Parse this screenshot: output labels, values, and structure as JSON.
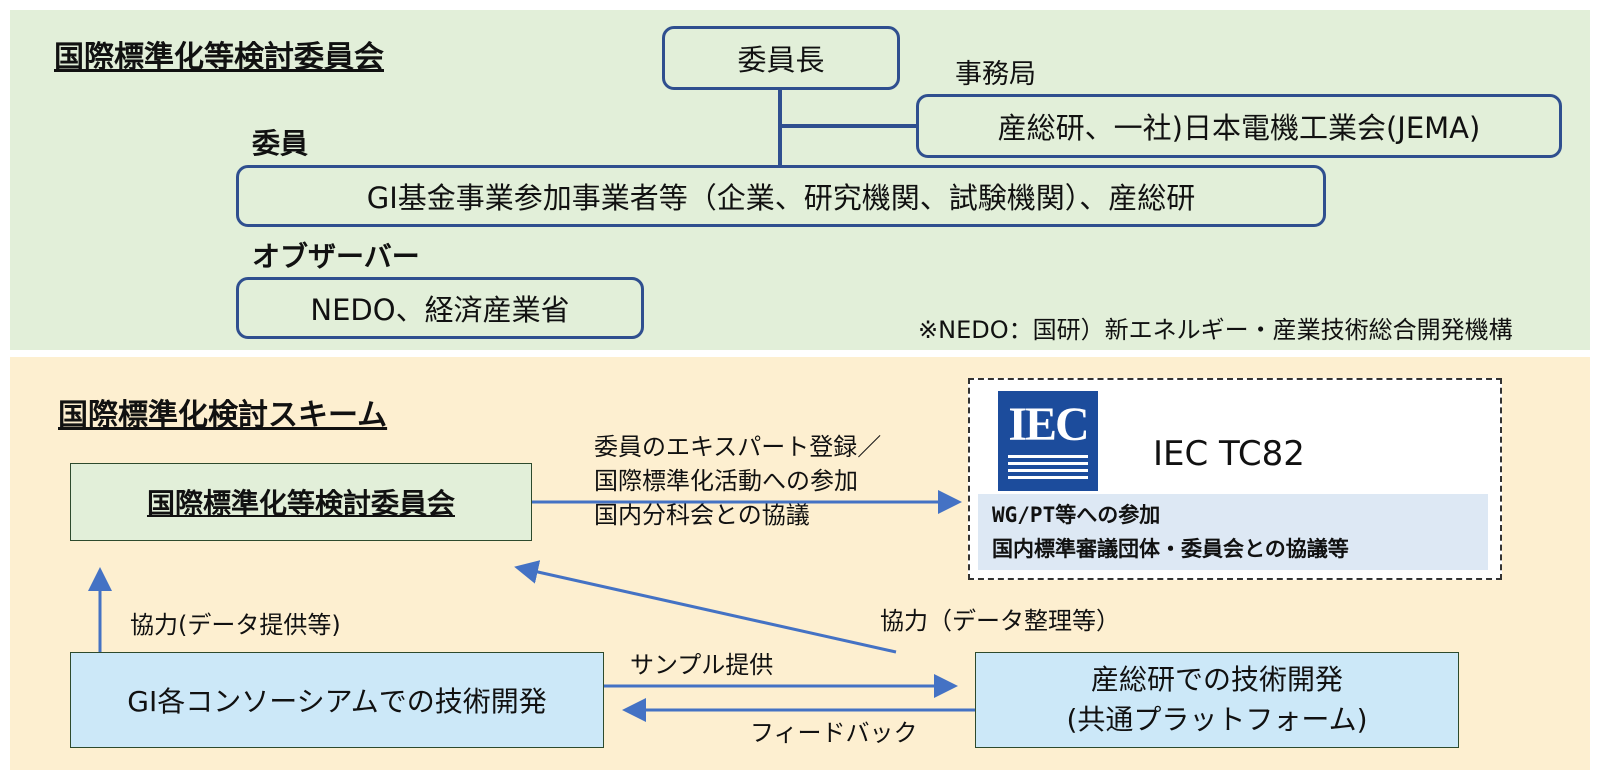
{
  "committee": {
    "title": "国際標準化等検討委員会",
    "chair_label": "委員長",
    "secretariat_label": "事務局",
    "secretariat_members": "産総研、一社)日本電機工業会(JEMA)",
    "members_label": "委員",
    "members": "GI基金事業参加事業者等（企業、研究機関、試験機関）、産総研",
    "observers_label": "オブザーバー",
    "observers": "NEDO、経済産業省",
    "footnote": "※NEDO：国研）新エネルギー・産業技術総合開発機構"
  },
  "scheme": {
    "title": "国際標準化検討スキーム",
    "committee_box": "国際標準化等検討委員会",
    "to_iec_lines": [
      "委員のエキスパート登録／",
      "国際標準化活動への参加",
      "国内分科会との協議"
    ],
    "iec_logo": "IEC",
    "iec_name": "IEC TC82",
    "iec_lines": [
      "WG/PT等への参加",
      "国内標準審議団体・委員会との協議等"
    ],
    "coop_left": "協力(データ提供等)",
    "coop_right": "協力（データ整理等）",
    "gi_box": "GI各コンソーシアムでの技術開発",
    "aist_box_lines": [
      "産総研での技術開発",
      "(共通プラットフォーム)"
    ],
    "sample_label": "サンプル提供",
    "feedback_label": "フィードバック"
  },
  "colors": {
    "top_panel": "#e2efd9",
    "bottom_panel": "#fdefd0",
    "box_border": "#2f4f8f",
    "arrow": "#4472c4",
    "green_box": "#e2efd9",
    "blue_box": "#cce8f8",
    "iec_logo": "#1c4c9c"
  }
}
